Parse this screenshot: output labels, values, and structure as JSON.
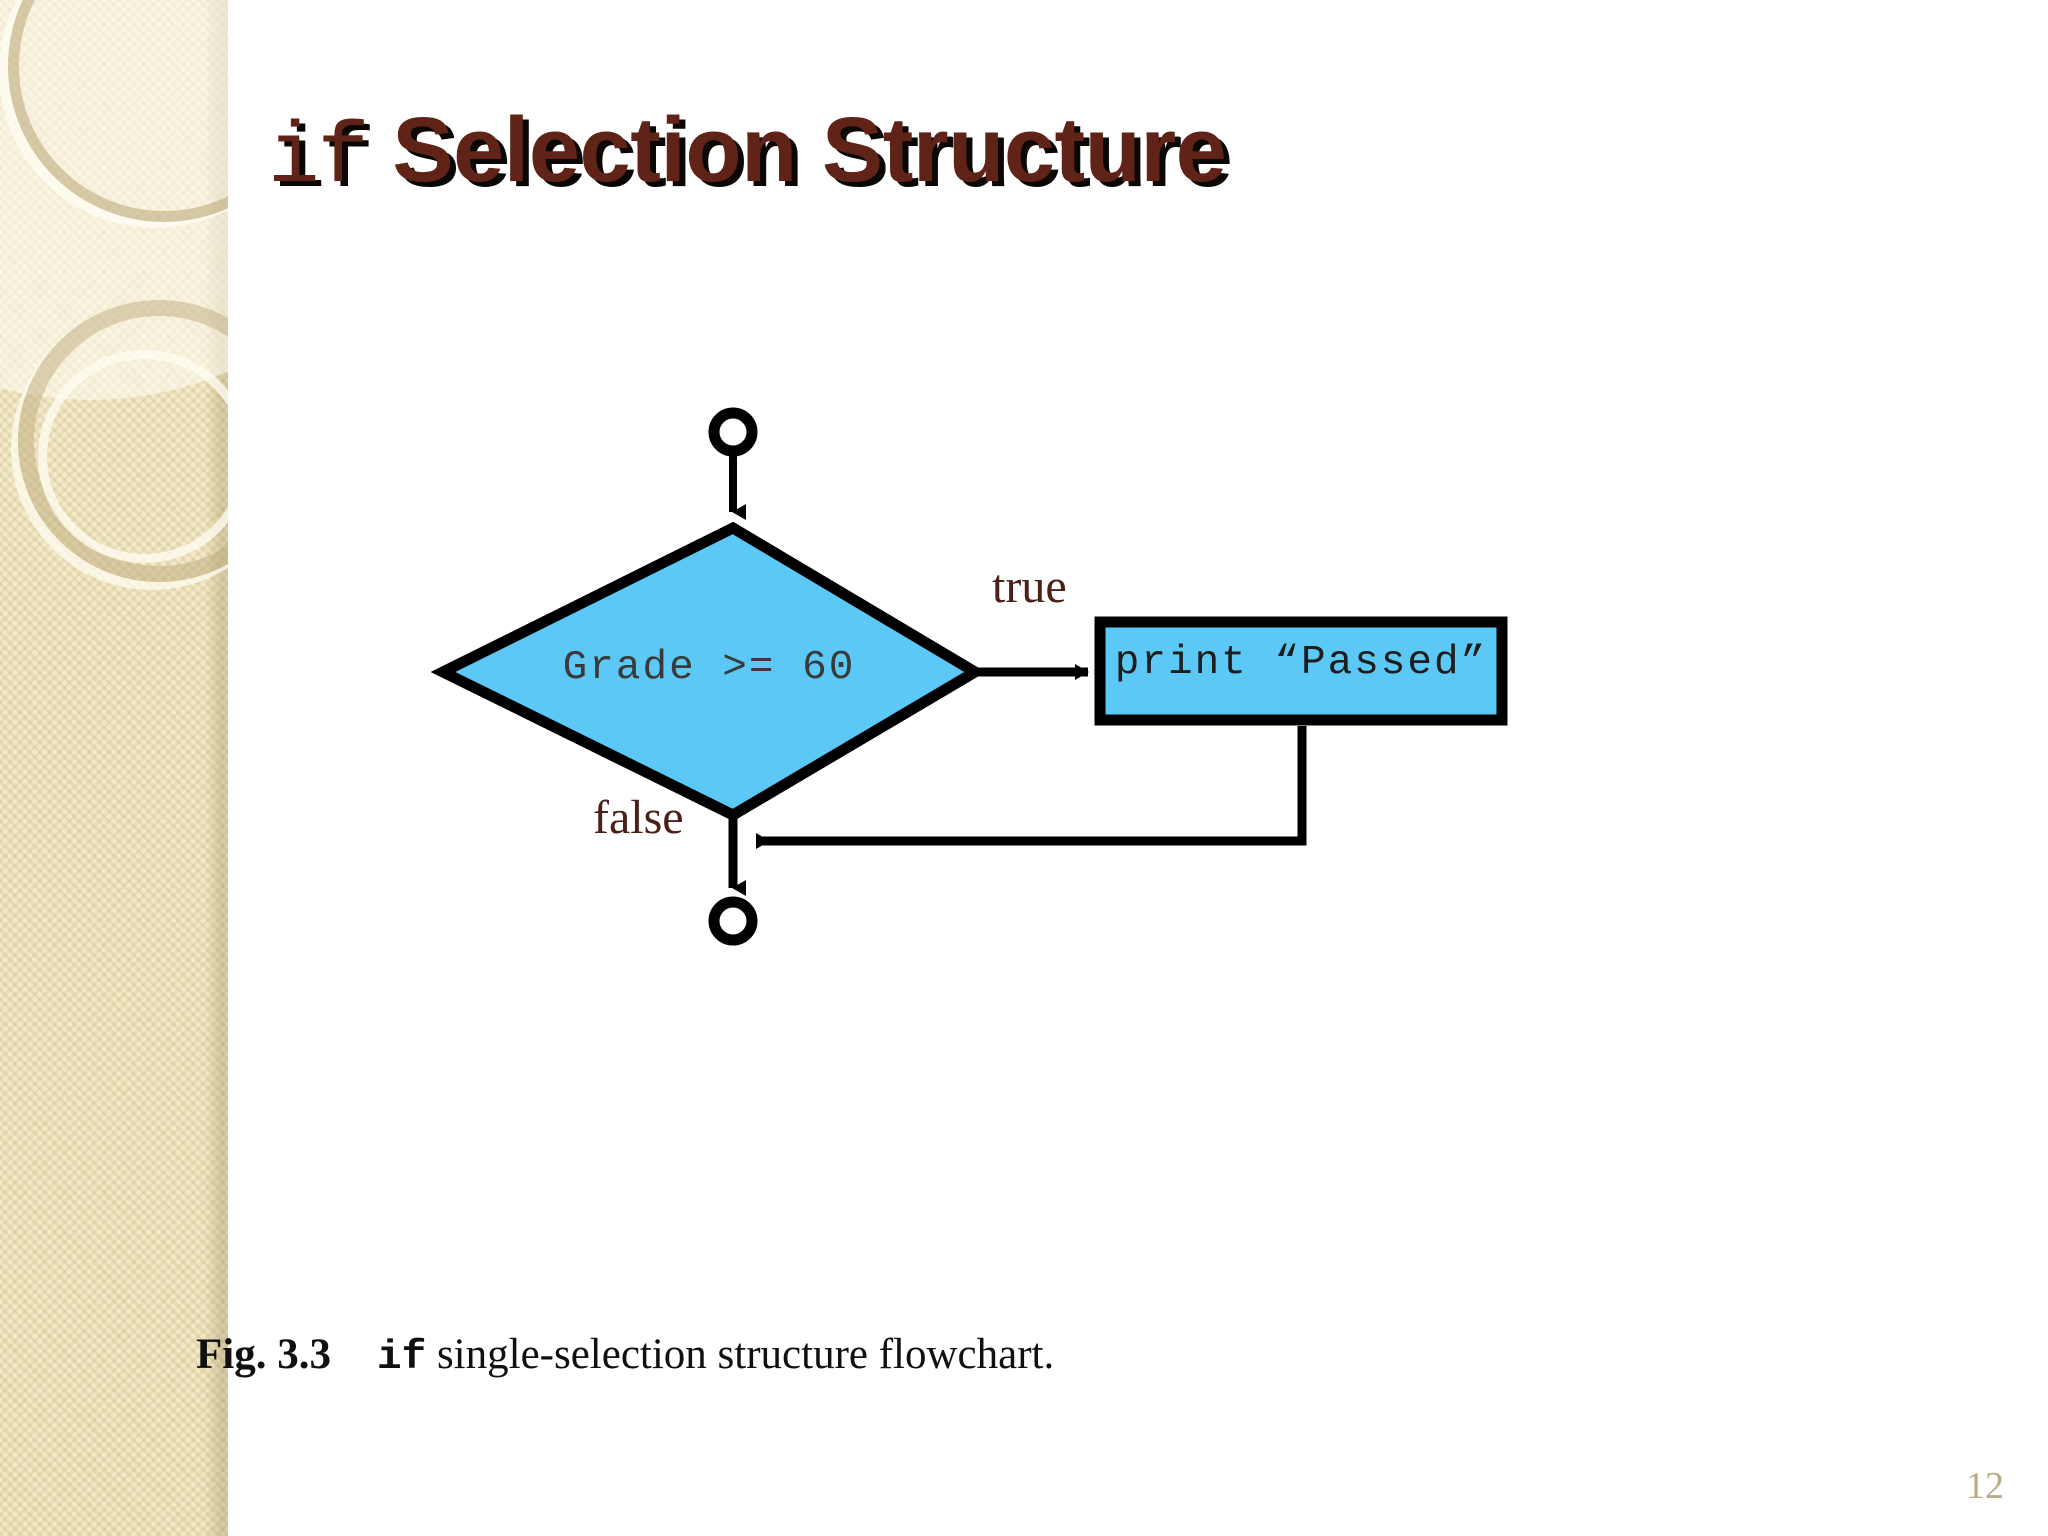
{
  "slide": {
    "title_mono": "if",
    "title_rest": "Selection Structure",
    "page_number": "12"
  },
  "flowchart": {
    "start_node": "start-connector",
    "end_node": "end-connector",
    "decision_text": "Grade >= 60",
    "process_text": "print “Passed”",
    "label_true": "true",
    "label_false": "false",
    "colors": {
      "node_fill": "#5bc8f5",
      "node_stroke": "#000000",
      "label_text": "#4c2018",
      "decision_text": "#3a3a3a"
    }
  },
  "caption": {
    "figure_label": "Fig. 3.3",
    "code_word": "if",
    "description": "single-selection structure flowchart."
  },
  "theme": {
    "title_color": "#5f2417",
    "title_shadow": "#0a0705",
    "sidebar_base": "#ebe1bb",
    "page_number_color": "#b9ab86"
  }
}
